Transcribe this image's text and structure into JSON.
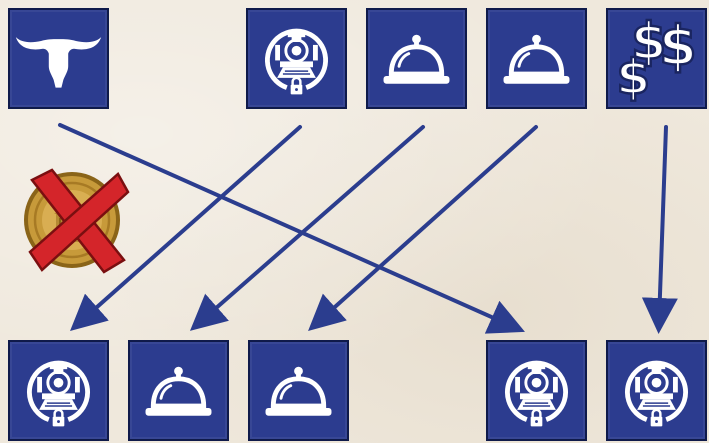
{
  "title": "",
  "colors": {
    "tile_fill": "#2c3c8f",
    "tile_border": "#0f1a4a",
    "arrow": "#2b3d8e",
    "icon": "#ffffff",
    "coin_gold": "#c79a3a",
    "cross_red": "#d4252a",
    "background": "#efe8dc"
  },
  "top_row": [
    {
      "id": "t1",
      "icon": "steer-skull-icon"
    },
    {
      "id": "t2",
      "icon": "locked-locomotive-icon"
    },
    {
      "id": "t3",
      "icon": "service-bell-icon"
    },
    {
      "id": "t4",
      "icon": "service-bell-icon"
    },
    {
      "id": "t5",
      "icon": "dollar-signs-icon"
    }
  ],
  "bottom_row": [
    {
      "id": "b1",
      "icon": "locked-locomotive-icon"
    },
    {
      "id": "b2",
      "icon": "service-bell-icon"
    },
    {
      "id": "b3",
      "icon": "service-bell-icon"
    },
    {
      "id": "b4",
      "icon": "locked-locomotive-icon"
    },
    {
      "id": "b5",
      "icon": "locked-locomotive-icon"
    }
  ],
  "arrows": [
    {
      "from": "t1",
      "to": "b4"
    },
    {
      "from": "t2",
      "to": "b1"
    },
    {
      "from": "t3",
      "to": "b2"
    },
    {
      "from": "t4",
      "to": "b3"
    },
    {
      "from": "t5",
      "to": "b5"
    }
  ],
  "crossed_coin": {
    "icon": "gold-coin-icon",
    "overlay": "red-x-icon"
  }
}
